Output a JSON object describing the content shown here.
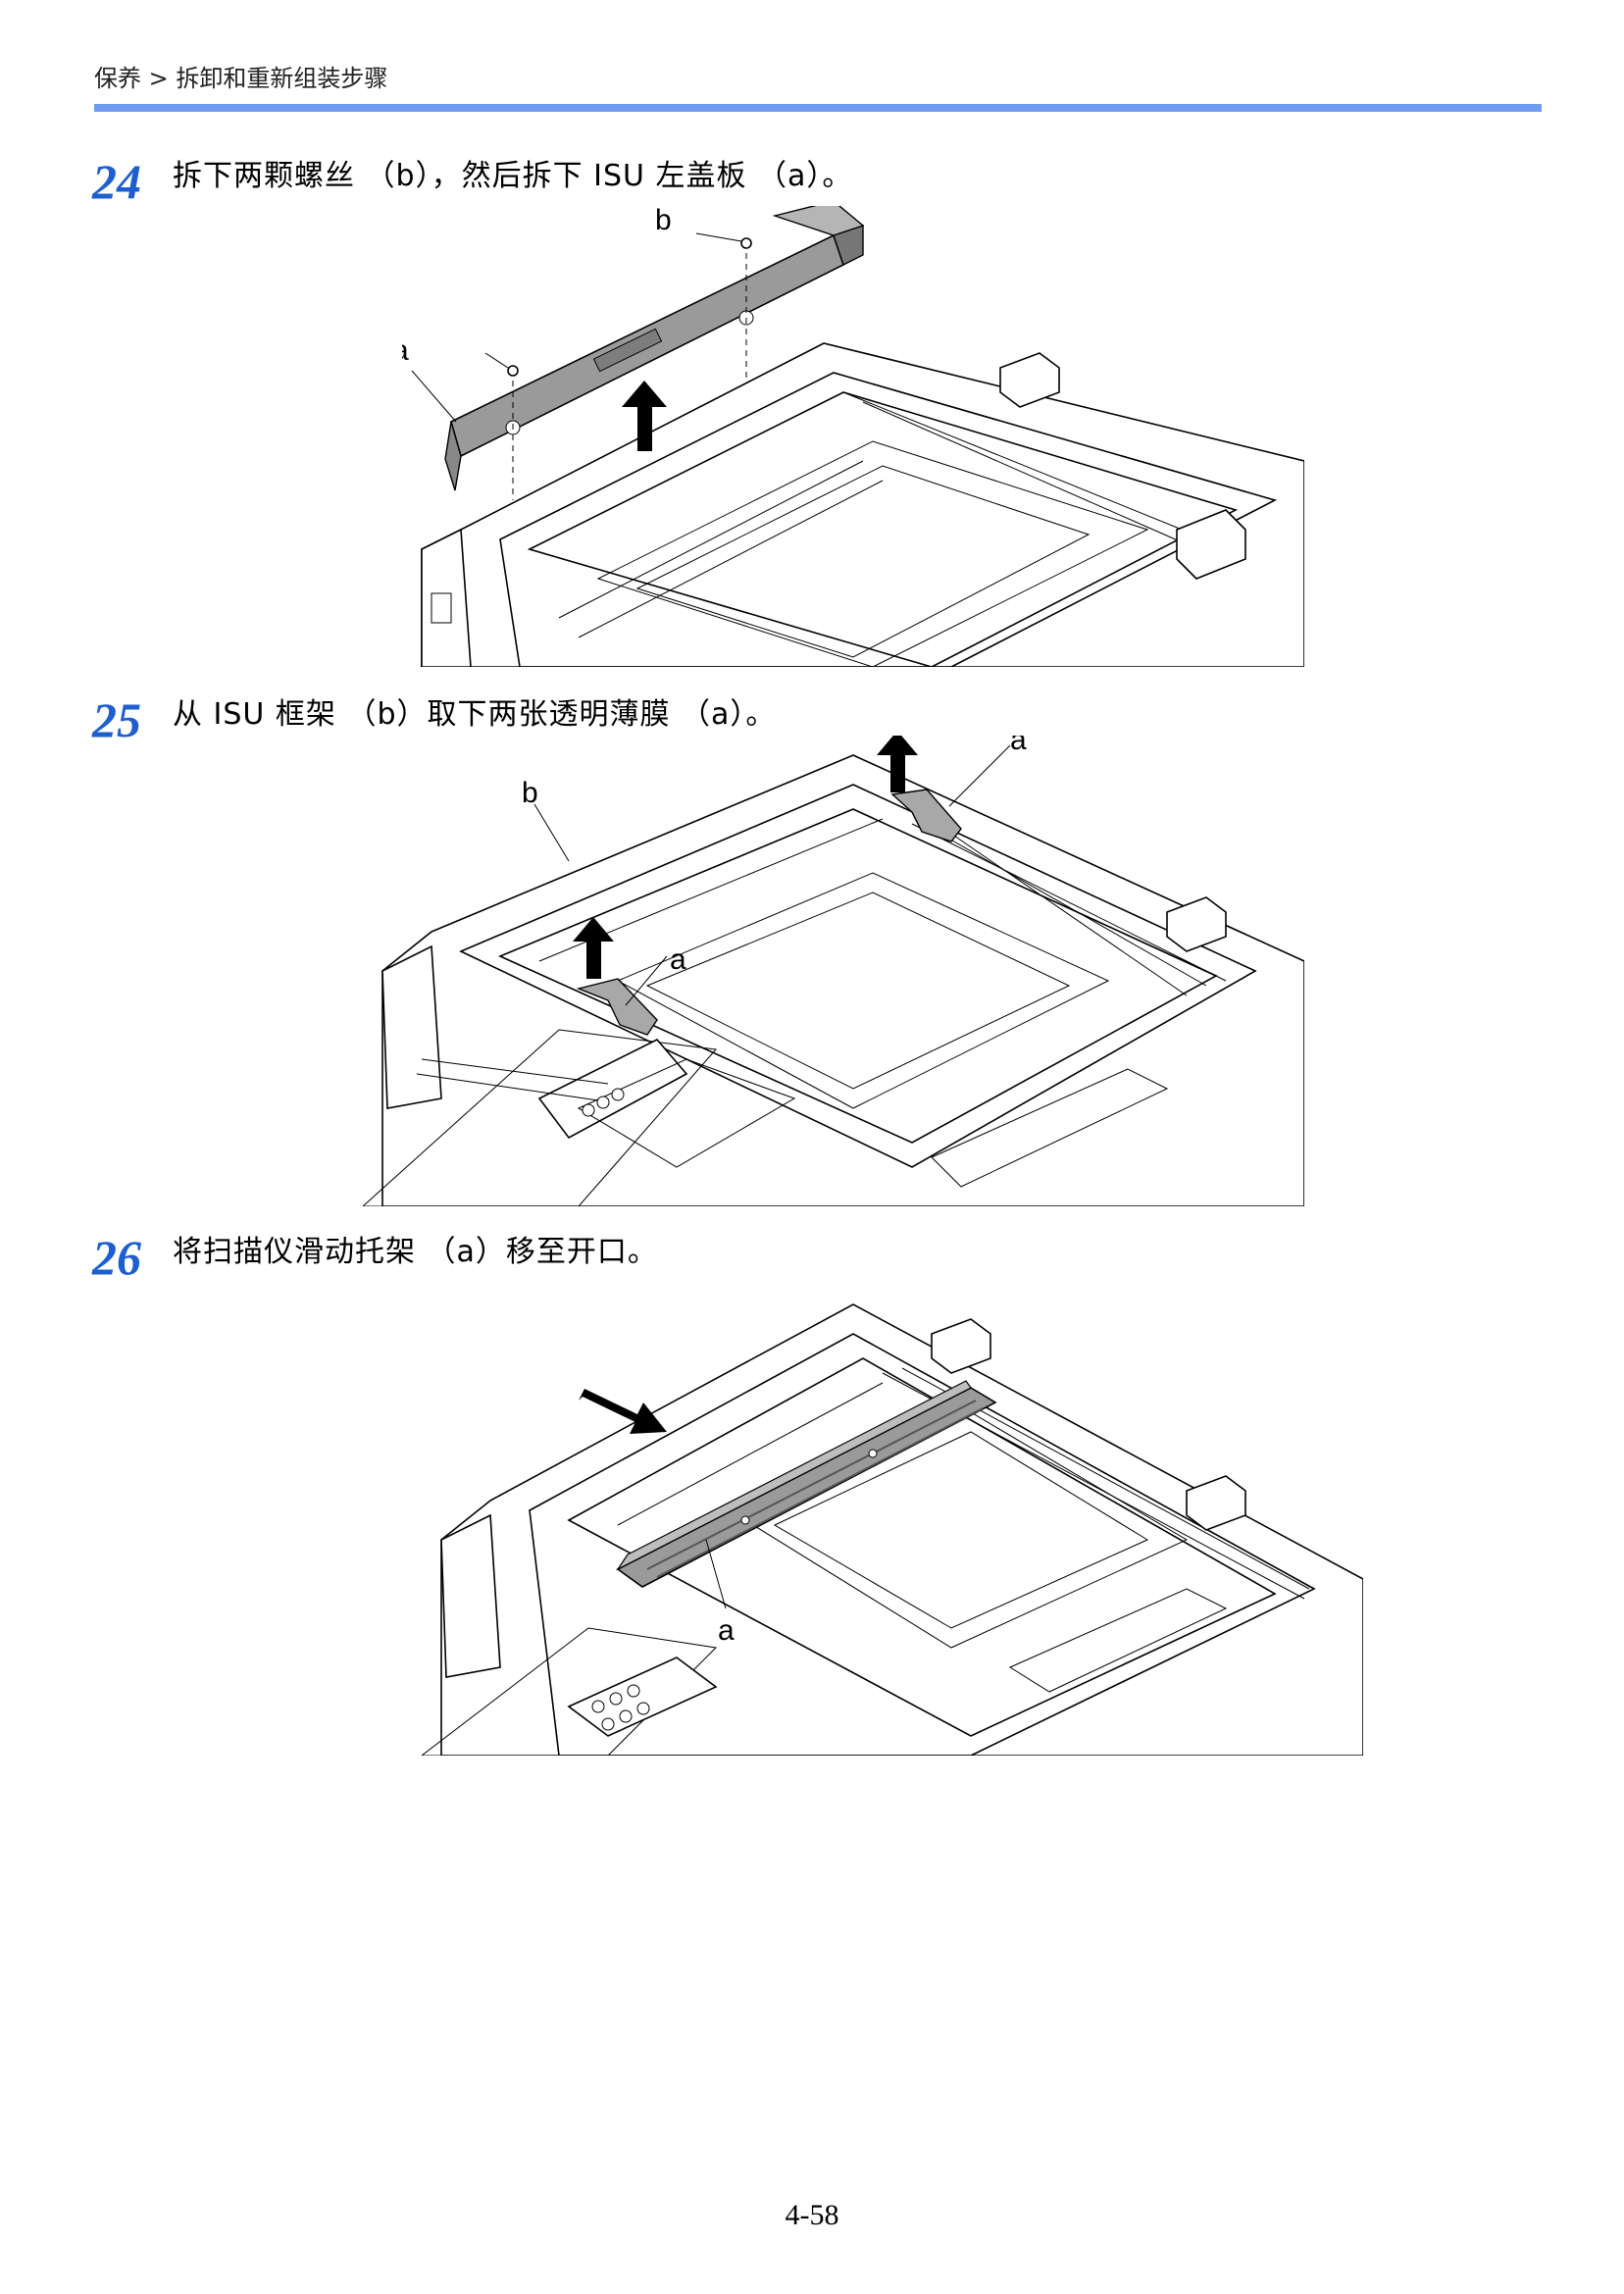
{
  "header": {
    "breadcrumb": "保养 > 拆卸和重新组装步骤"
  },
  "steps": [
    {
      "number": "24",
      "text": "拆下两颗螺丝 （b），然后拆下 ISU 左盖板 （a）。",
      "callouts": {
        "a": "a",
        "b": "b"
      }
    },
    {
      "number": "25",
      "text": "从 ISU 框架 （b）取下两张透明薄膜 （a）。",
      "callouts": {
        "a": "a",
        "b": "b"
      }
    },
    {
      "number": "26",
      "text": "将扫描仪滑动托架 （a）移至开口。",
      "callouts": {
        "a": "a"
      }
    }
  ],
  "footer": {
    "page_number": "4-58"
  },
  "colors": {
    "accent_rule": "#6f9bf0",
    "step_number": "#1d5fd1",
    "part_gray": "#9a9a9a"
  }
}
